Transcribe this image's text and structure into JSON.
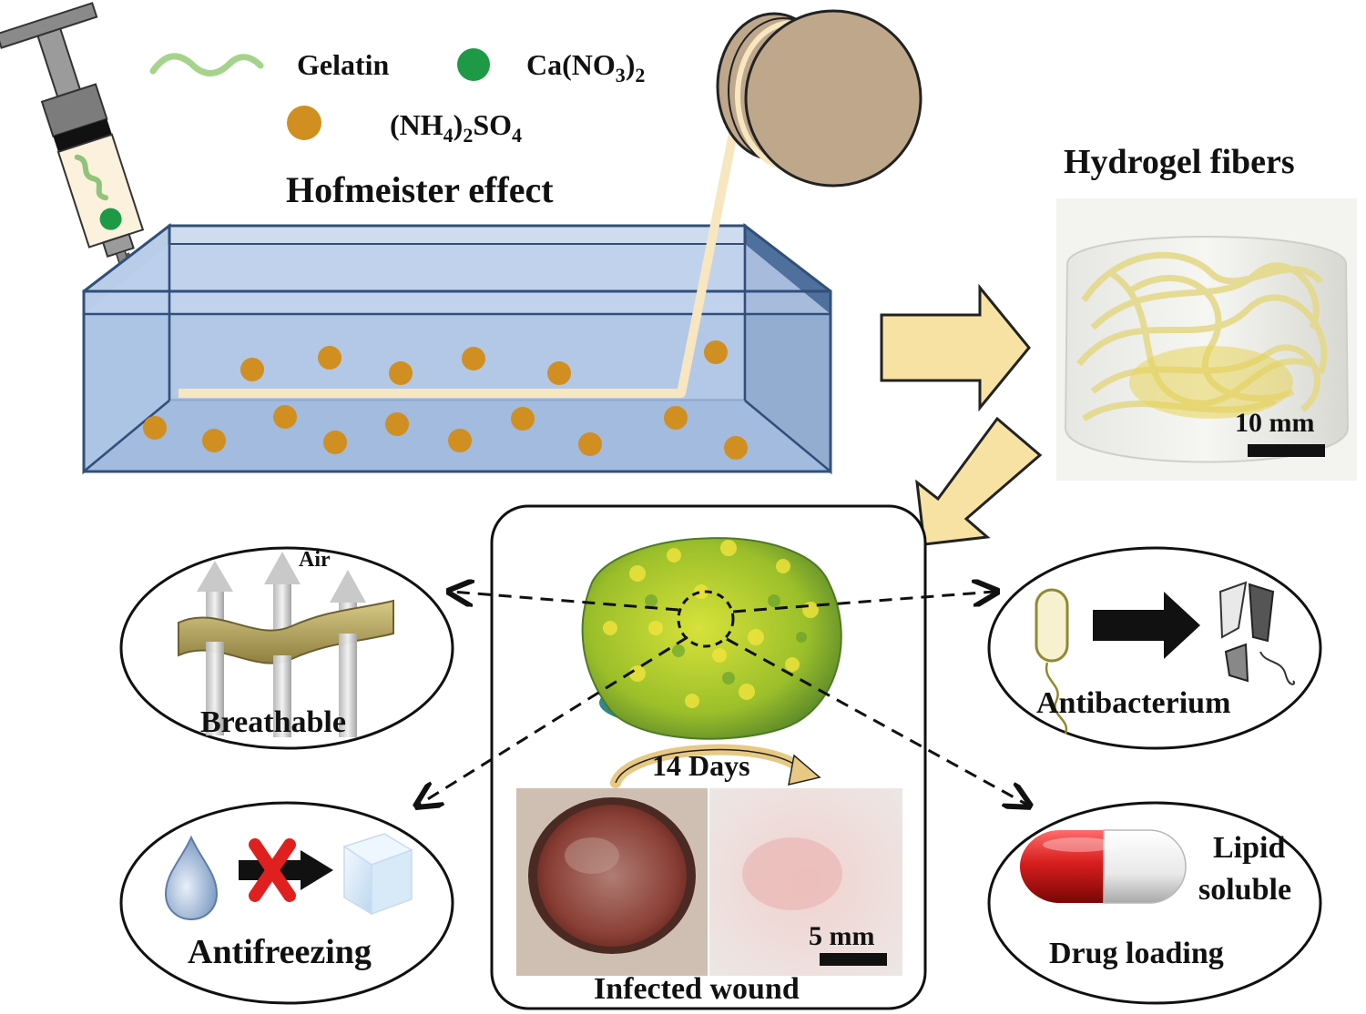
{
  "legend": {
    "gelatin": "Gelatin",
    "calcium_prefix": "Ca(NO",
    "calcium_sub1": "3",
    "calcium_mid": ")",
    "calcium_sub2": "2",
    "ammonium_prefix": "(NH",
    "ammonium_sub1": "4",
    "ammonium_mid": ")",
    "ammonium_sub2": "2",
    "ammonium_so": "SO",
    "ammonium_sub3": "4"
  },
  "process": {
    "title": "Hofmeister effect"
  },
  "product": {
    "title": "Hydrogel fibers",
    "scale_bar": "10 mm"
  },
  "center": {
    "air_label": "Air",
    "time_label": "14 Days",
    "wound_label": "Infected wound",
    "wound_scale": "5 mm"
  },
  "properties": {
    "breathable": "Breathable",
    "antibacterium": "Antibacterium",
    "antifreezing": "Antifreezing",
    "drug_loading": "Drug loading",
    "lipid": "Lipid",
    "soluble": "soluble"
  },
  "colors": {
    "gelatin_line": "#a6d38c",
    "calcium_dot": "#1e9a46",
    "ammonium_dot": "#d08f20",
    "water": "#b9cde9",
    "tank_edge": "#30507a",
    "fiber": "#f7e6bf",
    "spool": "#bea78b",
    "arrow_fill": "#f7e2a3",
    "hydrogel_green": "#8cbb2a",
    "hydrogel_yellow": "#e6e13a",
    "capsule_red": "#d81e1e"
  }
}
